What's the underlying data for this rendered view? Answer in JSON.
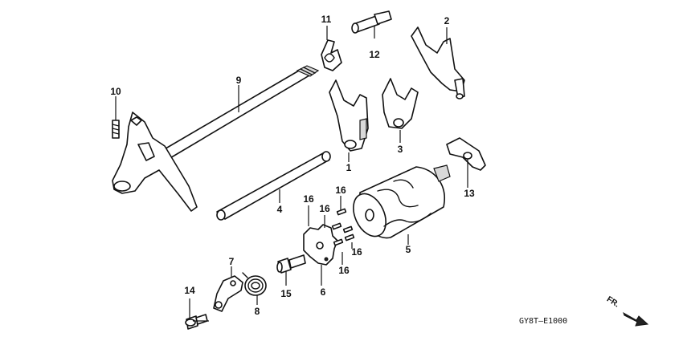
{
  "callouts": {
    "p1": "1",
    "p2": "2",
    "p3": "3",
    "p4": "4",
    "p5": "5",
    "p6": "6",
    "p7": "7",
    "p8": "8",
    "p9": "9",
    "p10": "10",
    "p11": "11",
    "p12": "12",
    "p13": "13",
    "p14": "14",
    "p15": "15",
    "p16a": "16",
    "p16b": "16",
    "p16c": "16",
    "p16d": "16",
    "p16e": "16"
  },
  "diagram_code": "GY8T–E1000",
  "direction_label": "FR.",
  "icons": {
    "arrow": "front-direction-arrow-icon"
  },
  "colors": {
    "line": "#111111",
    "background": "#ffffff"
  }
}
